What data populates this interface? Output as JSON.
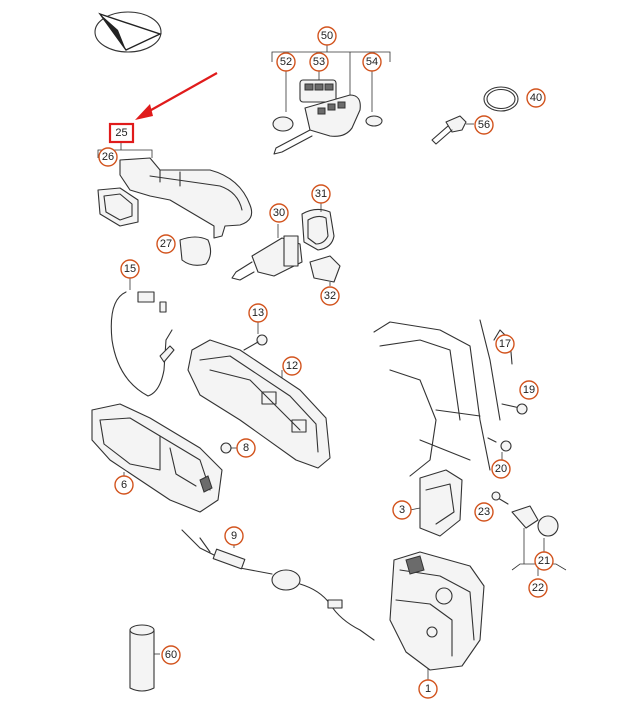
{
  "callouts": [
    {
      "id": "50",
      "label": "50"
    },
    {
      "id": "52",
      "label": "52"
    },
    {
      "id": "53",
      "label": "53"
    },
    {
      "id": "54",
      "label": "54"
    },
    {
      "id": "40",
      "label": "40"
    },
    {
      "id": "56",
      "label": "56"
    },
    {
      "id": "25",
      "label": "25"
    },
    {
      "id": "26",
      "label": "26"
    },
    {
      "id": "27",
      "label": "27"
    },
    {
      "id": "30",
      "label": "30"
    },
    {
      "id": "31",
      "label": "31"
    },
    {
      "id": "32",
      "label": "32"
    },
    {
      "id": "15",
      "label": "15"
    },
    {
      "id": "13",
      "label": "13"
    },
    {
      "id": "12",
      "label": "12"
    },
    {
      "id": "17",
      "label": "17"
    },
    {
      "id": "19",
      "label": "19"
    },
    {
      "id": "8",
      "label": "8"
    },
    {
      "id": "6",
      "label": "6"
    },
    {
      "id": "20",
      "label": "20"
    },
    {
      "id": "3",
      "label": "3"
    },
    {
      "id": "23",
      "label": "23"
    },
    {
      "id": "21",
      "label": "21"
    },
    {
      "id": "22",
      "label": "22"
    },
    {
      "id": "9",
      "label": "9"
    },
    {
      "id": "60",
      "label": "60"
    },
    {
      "id": "1",
      "label": "1"
    }
  ],
  "highlight": {
    "part": "25",
    "color": "#e01b1b"
  },
  "accent_color": "#d2541e",
  "icons": [
    "compass-logo-icon",
    "highlight-arrow-icon"
  ]
}
